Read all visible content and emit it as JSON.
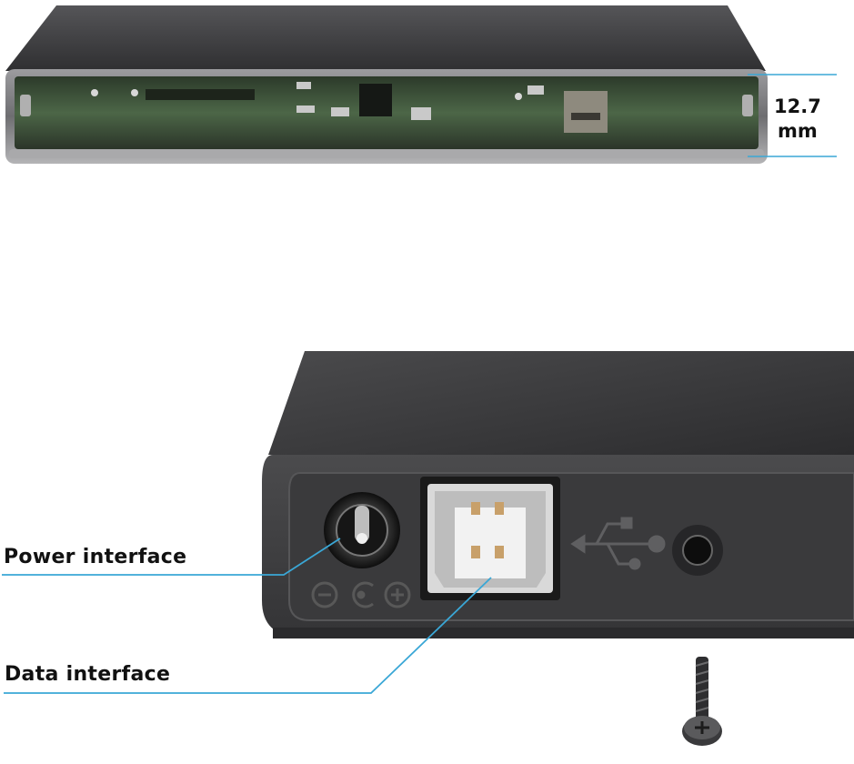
{
  "dimension": {
    "value": "12.7",
    "unit": "mm"
  },
  "callouts": {
    "power": "Power interface",
    "data": "Data interface"
  },
  "colors": {
    "case_dark": "#3b3b3d",
    "case_edge": "#8d8d90",
    "pcb_green": "#3f5a3a",
    "callout_line": "#3aa7d6"
  },
  "icons": [
    "usb-symbol-icon",
    "dc-polarity-icon",
    "screw-icon"
  ]
}
